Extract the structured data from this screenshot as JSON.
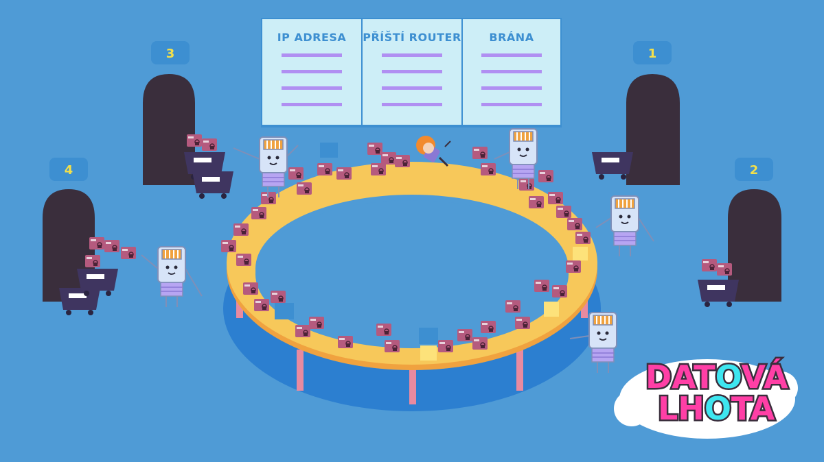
{
  "board": {
    "columns": [
      {
        "header": "IP ADRESA"
      },
      {
        "header": "PŘÍŠTÍ ROUTER"
      },
      {
        "header": "BRÁNA"
      }
    ]
  },
  "doors": [
    {
      "number": "1"
    },
    {
      "number": "2"
    },
    {
      "number": "3"
    },
    {
      "number": "4"
    }
  ],
  "logo": {
    "line1_part1": "DAT",
    "line1_part2": "O",
    "line1_part3": "VÁ",
    "line2_part1": "LH",
    "line2_part2": "O",
    "line2_part3": "TA"
  },
  "colors": {
    "background": "#4f9bd6",
    "board": "#cdeef7",
    "table_top": "#f7c85a",
    "table_edge": "#f0a23f",
    "package": "#b55a7e",
    "door": "#3a2e3c",
    "logo_pink": "#ff3fa6",
    "logo_cyan": "#3ee6f0"
  }
}
